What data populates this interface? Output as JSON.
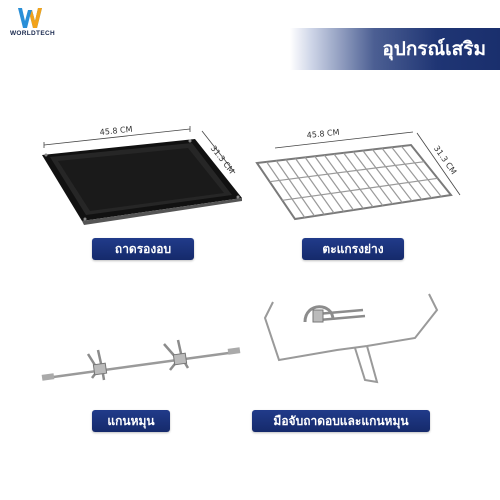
{
  "brand": {
    "name": "WORLDTECH",
    "logo_letter": "W"
  },
  "header": {
    "title": "อุปกรณ์เสริม"
  },
  "accessories": [
    {
      "label": "ถาดรองอบ",
      "width_dim": "45.8 CM",
      "depth_dim": "31.3 CM"
    },
    {
      "label": "ตะแกรงย่าง",
      "width_dim": "45.8 CM",
      "depth_dim": "31.3 CM"
    },
    {
      "label": "แกนหมุน"
    },
    {
      "label": "มือจับถาดอบและแกนหมุน"
    }
  ],
  "colors": {
    "accent": "#1a2f6d",
    "logo_blue": "#2a8fd8",
    "logo_orange": "#f2a31b"
  }
}
